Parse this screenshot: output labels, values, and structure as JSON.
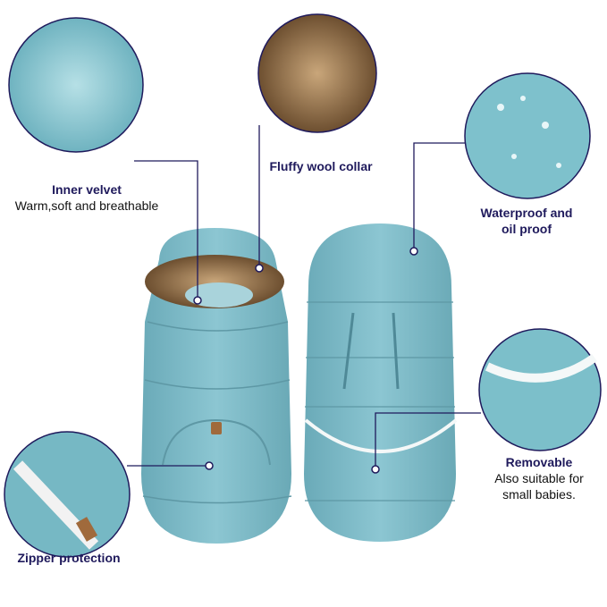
{
  "features": {
    "inner_velvet": {
      "title": "Inner velvet",
      "subtitle": "Warm,soft and breathable"
    },
    "collar": {
      "title": "Fluffy wool collar"
    },
    "waterproof": {
      "title_line1": "Waterproof and",
      "title_line2": "oil proof"
    },
    "removable": {
      "title": "Removable",
      "subtitle_line1": "Also suitable for",
      "subtitle_line2": "small babies."
    },
    "zipper": {
      "title": "Zipper protection"
    }
  },
  "colors": {
    "accent": "#1f1a5c",
    "fabric": "#7fbcc8",
    "fur": "#8a6a45"
  }
}
